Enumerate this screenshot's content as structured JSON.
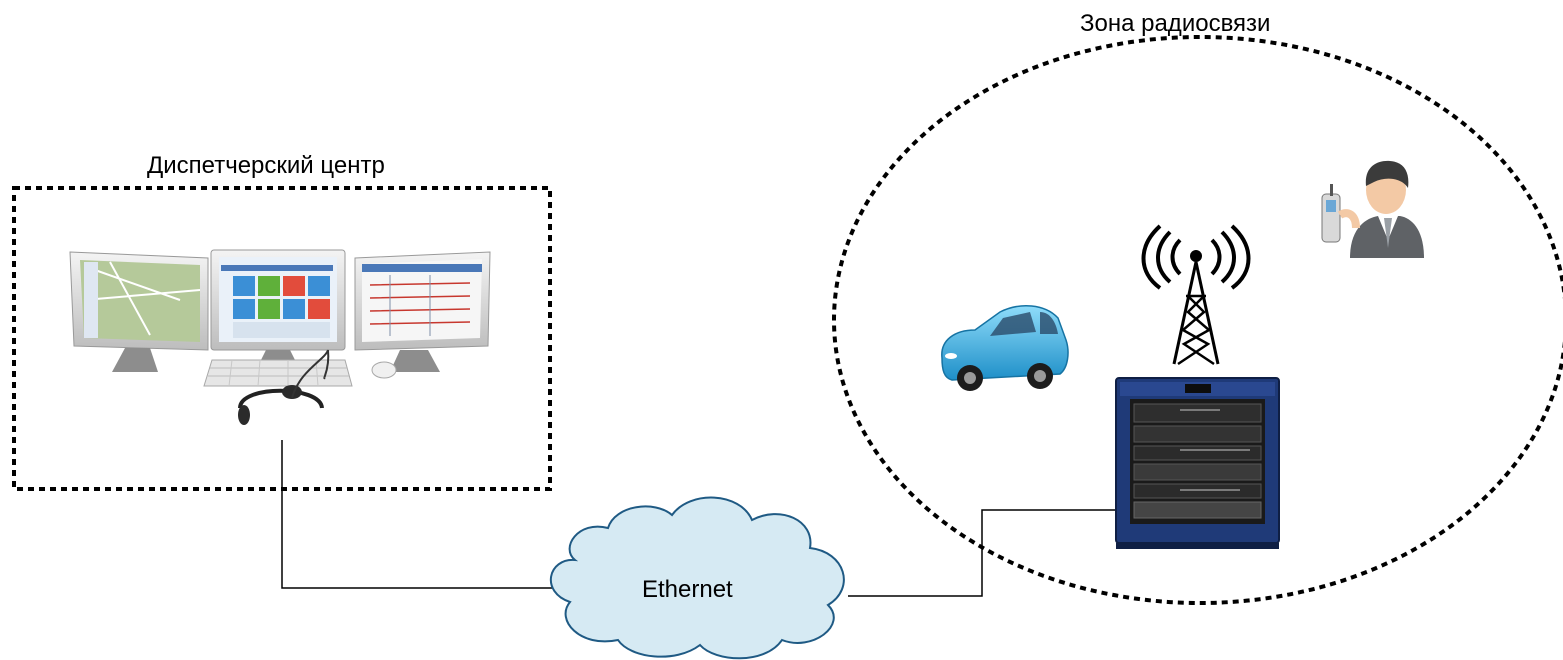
{
  "labels": {
    "dispatch_center": "Диспетчерский центр",
    "radio_zone": "Зона радиосвязи",
    "network": "Ethernet"
  },
  "nodes": [
    {
      "id": "dispatch-workstation",
      "icon": "dispatcher-workstation-icon",
      "depicts": [
        "monitor-icon",
        "monitor-icon",
        "monitor-icon",
        "keyboard-icon",
        "mouse-icon",
        "headset-icon"
      ]
    },
    {
      "id": "ethernet-cloud",
      "icon": "cloud-icon"
    },
    {
      "id": "base-station-rack",
      "icon": "server-rack-icon"
    },
    {
      "id": "radio-tower",
      "icon": "radio-tower-icon"
    },
    {
      "id": "vehicle",
      "icon": "car-icon"
    },
    {
      "id": "portable-user",
      "icon": "person-with-radio-icon"
    }
  ],
  "links": [
    {
      "from": "dispatch-workstation",
      "to": "ethernet-cloud"
    },
    {
      "from": "ethernet-cloud",
      "to": "base-station-rack"
    }
  ],
  "colors": {
    "rack_frame": "#1f3a78",
    "cloud_fill": "#d6eaf3",
    "cloud_stroke": "#1f5a84",
    "car_body": "#3fb4e6",
    "person_suit": "#5f6266"
  }
}
